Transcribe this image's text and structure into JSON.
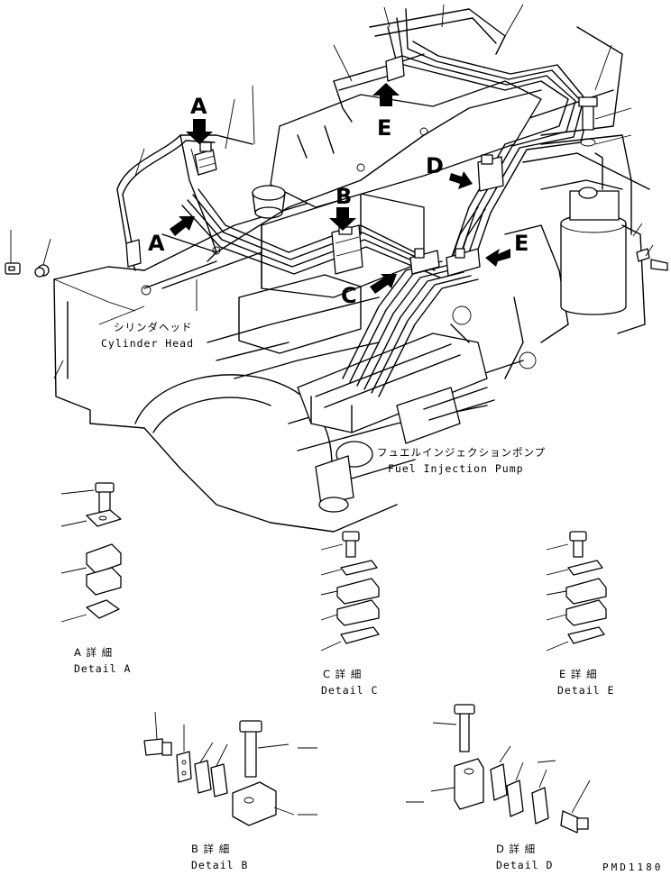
{
  "callouts": {
    "a_top": "A",
    "a_left": "A",
    "b": "B",
    "c": "C",
    "d": "D",
    "e_top": "E",
    "e_right": "E"
  },
  "labels": {
    "cylinder_head_jp": "シリンダヘッド",
    "cylinder_head_en": "Cylinder Head",
    "fuel_pump_jp": "フュエルインジェクションポンプ",
    "fuel_pump_en": "Fuel Injection Pump"
  },
  "details": {
    "a": {
      "jp": "A 詳 細",
      "en": "Detail A"
    },
    "b": {
      "jp": "B 詳 細",
      "en": "Detail B"
    },
    "c": {
      "jp": "C 詳 細",
      "en": "Detail C"
    },
    "d": {
      "jp": "D 詳 細",
      "en": "Detail D"
    },
    "e": {
      "jp": "E 詳 細",
      "en": "Detail E"
    }
  },
  "drawing_code": "PMD1180"
}
